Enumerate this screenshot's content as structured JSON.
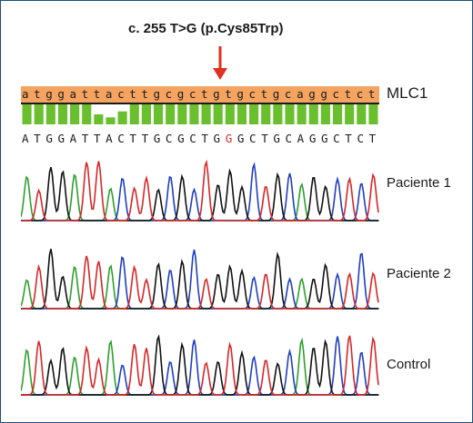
{
  "mutation_label": "c. 255 T>G (p.Cys85Trp)",
  "gene_label": "MLC1",
  "reference_sequence": "atggattacttgcgctgtgctgcaggctct",
  "called_sequence_before": "ATGGATTACTTGCGCTG",
  "called_sequence_mutant": "G",
  "called_sequence_after": "GCTGCAGGCTCT",
  "quality_levels": [
    1,
    1,
    1,
    1,
    1,
    1,
    0.5,
    0.35,
    0.65,
    1,
    1,
    1,
    1,
    1,
    1,
    1,
    1,
    1,
    1,
    1,
    1,
    1,
    1,
    1,
    1,
    1,
    1,
    1,
    1,
    1
  ],
  "samples": [
    {
      "label": "Paciente 1"
    },
    {
      "label": "Paciente 2"
    },
    {
      "label": "Control"
    }
  ],
  "colors": {
    "A": "#2ca02c",
    "C": "#1f3fbf",
    "G": "#111111",
    "T": "#d62728",
    "quality": "#6abf2e",
    "reference_bar": "#f4a460",
    "arrow": "#e0321e",
    "frame": "#1f4e79"
  }
}
